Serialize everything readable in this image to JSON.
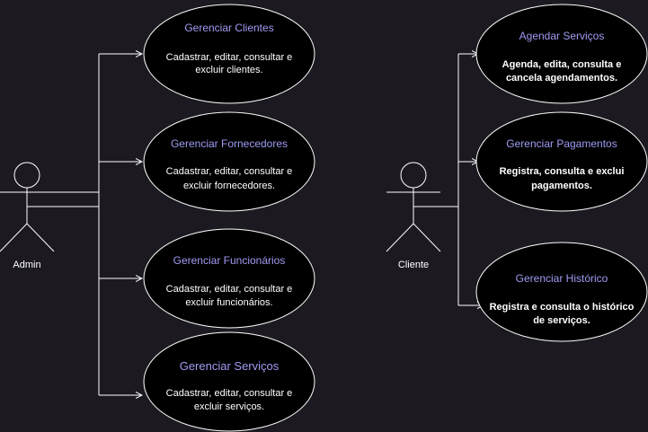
{
  "actors": [
    {
      "id": "admin",
      "label": "Admin"
    },
    {
      "id": "cliente",
      "label": "Cliente"
    }
  ],
  "use_cases": {
    "clientes": {
      "title": "Gerenciar Clientes",
      "desc1": "Cadastrar, editar, consultar e",
      "desc2": "excluir clientes."
    },
    "fornecedores": {
      "title": "Gerenciar Fornecedores",
      "desc1": "Cadastrar, editar, consultar e",
      "desc2": "excluir fornecedores."
    },
    "funcionarios": {
      "title": "Gerenciar Funcionários",
      "desc1": "Cadastrar, editar, consultar e",
      "desc2": "excluir funcionários."
    },
    "servicos": {
      "title": "Gerenciar Serviços",
      "desc1": "Cadastrar, editar, consultar e",
      "desc2": "excluir serviços."
    },
    "agendar": {
      "title": "Agendar Serviços",
      "desc1": "Agenda, edita, consulta e",
      "desc2": "cancela agendamentos."
    },
    "pagamentos": {
      "title": "Gerenciar Pagamentos",
      "desc1": "Registra, consulta e exclui",
      "desc2": "pagamentos."
    },
    "historico": {
      "title": "Gerenciar Histórico",
      "desc1": "Registra e consulta o histórico",
      "desc2": "de serviços."
    }
  },
  "colors": {
    "background": "#1c1a20",
    "ellipse_fill": "#000000",
    "stroke": "#ffffff",
    "title": "#9f9bf2"
  }
}
